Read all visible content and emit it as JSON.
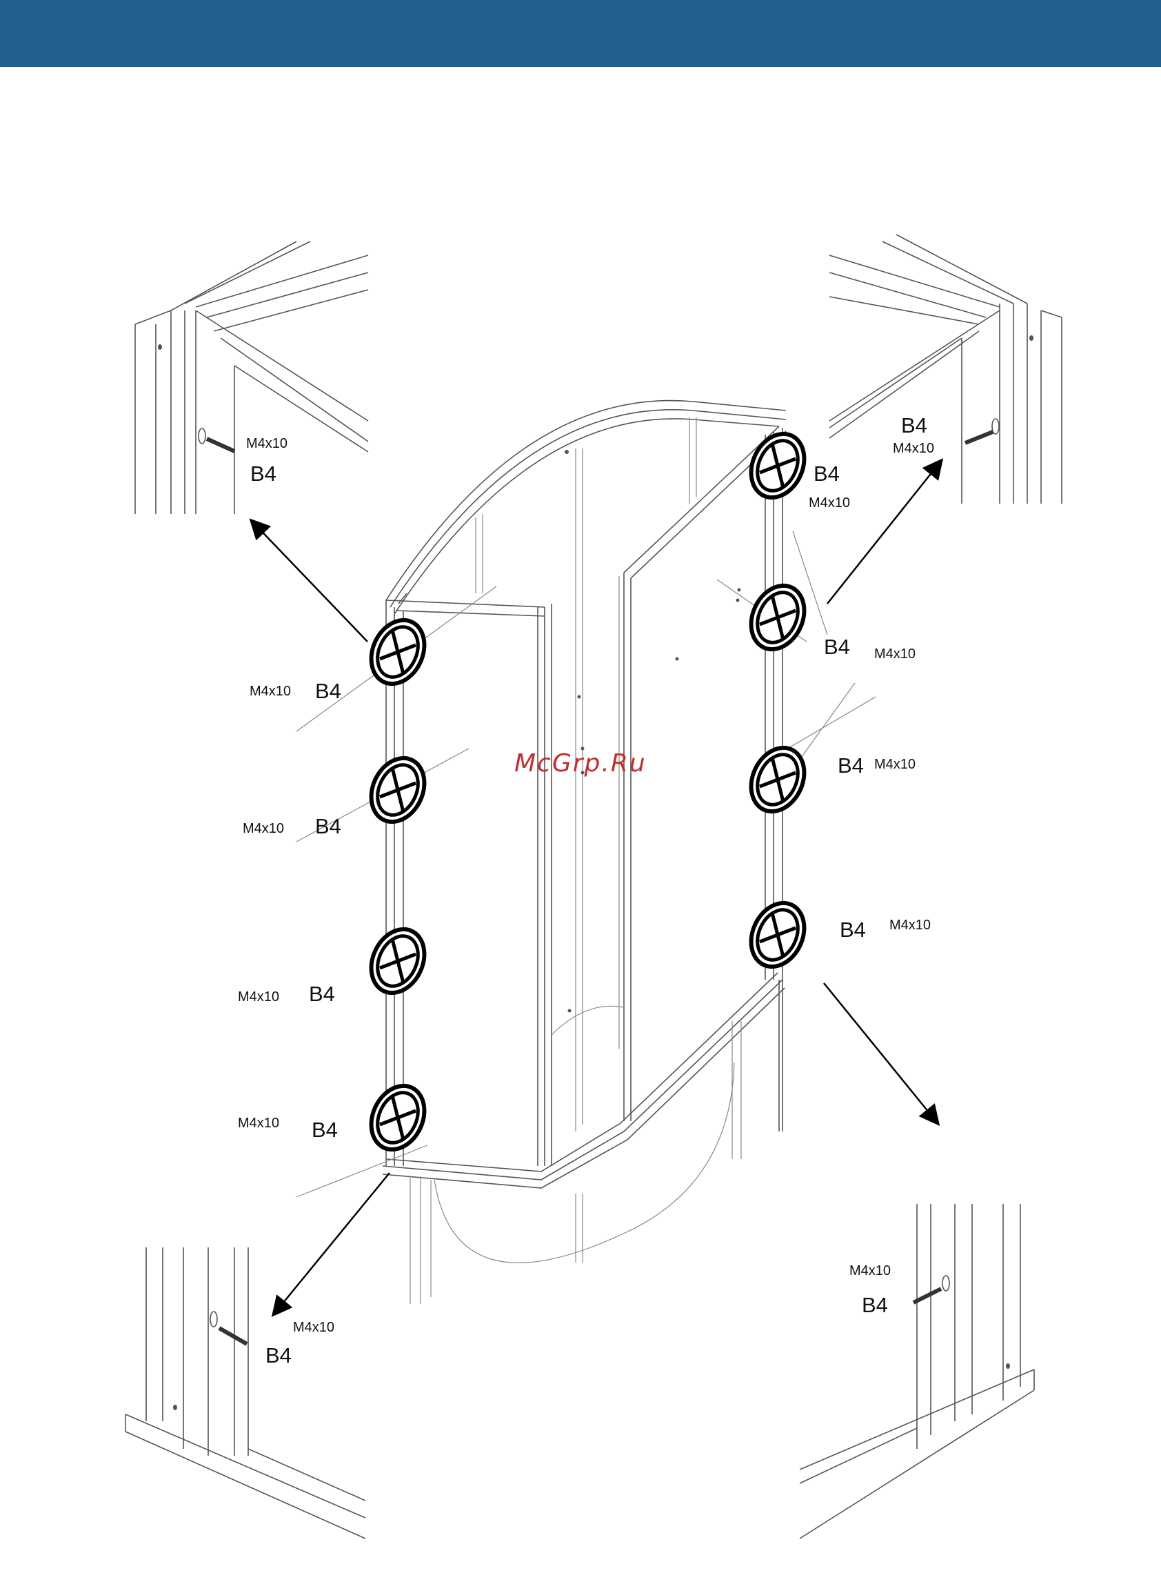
{
  "header": {
    "color": "#245e8c"
  },
  "watermark": {
    "text": "McGrp.Ru",
    "color": "#c0302f"
  },
  "labels": {
    "b4": "B4",
    "m4x10": "M4x10"
  }
}
